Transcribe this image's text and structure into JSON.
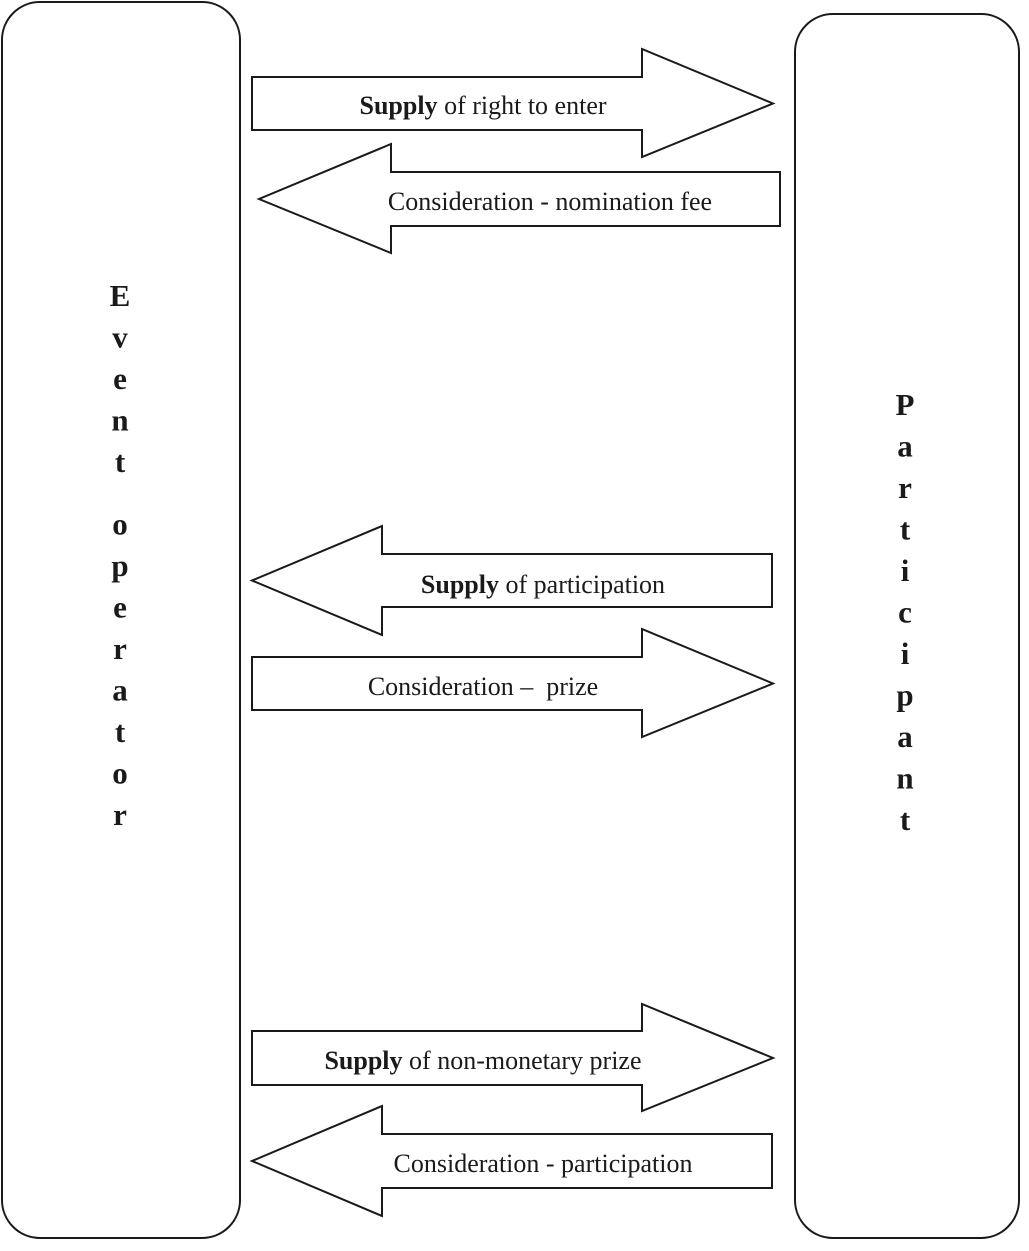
{
  "parties": {
    "left": {
      "label": "Event operator"
    },
    "right": {
      "label": "Participant"
    }
  },
  "arrows": [
    {
      "direction": "right",
      "bold": "Supply",
      "rest": " of right to enter"
    },
    {
      "direction": "left",
      "bold": "",
      "rest": "Consideration - nomination fee"
    },
    {
      "direction": "left",
      "bold": "Supply",
      "rest": " of participation"
    },
    {
      "direction": "right",
      "bold": "",
      "rest": "Consideration –  prize"
    },
    {
      "direction": "right",
      "bold": "Supply",
      "rest": " of non-monetary prize"
    },
    {
      "direction": "left",
      "bold": "",
      "rest": "Consideration - participation"
    }
  ]
}
